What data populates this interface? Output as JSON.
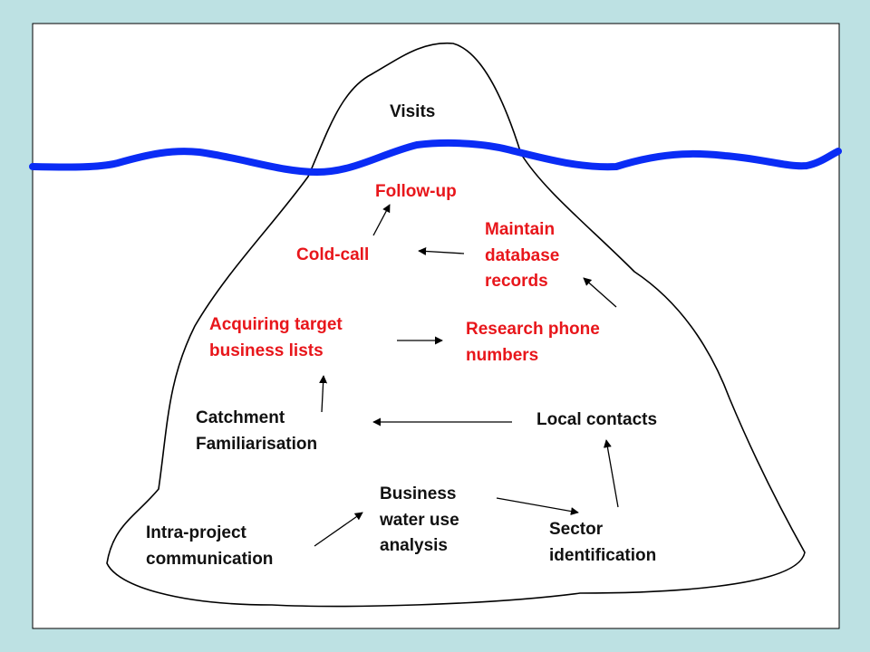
{
  "colors": {
    "background": "#bde1e3",
    "panel": "#ffffff",
    "iceberg": "#ffffff",
    "waterline": "#0a2cf5",
    "above_text": "#111111",
    "red_text": "#e8161b"
  },
  "labels": {
    "visits": "Visits",
    "follow_up": "Follow-up",
    "cold_call": "Cold-call",
    "maintain": [
      "Maintain",
      "database",
      "records"
    ],
    "acquiring": [
      "Acquiring target",
      "business lists"
    ],
    "research": [
      "Research phone",
      "numbers"
    ],
    "catchment": [
      "Catchment",
      "Familiarisation"
    ],
    "local_contacts": "Local contacts",
    "business": [
      "Business",
      "water use",
      "analysis"
    ],
    "intra": [
      "Intra-project",
      "communication"
    ],
    "sector": [
      "Sector",
      "identification"
    ]
  }
}
